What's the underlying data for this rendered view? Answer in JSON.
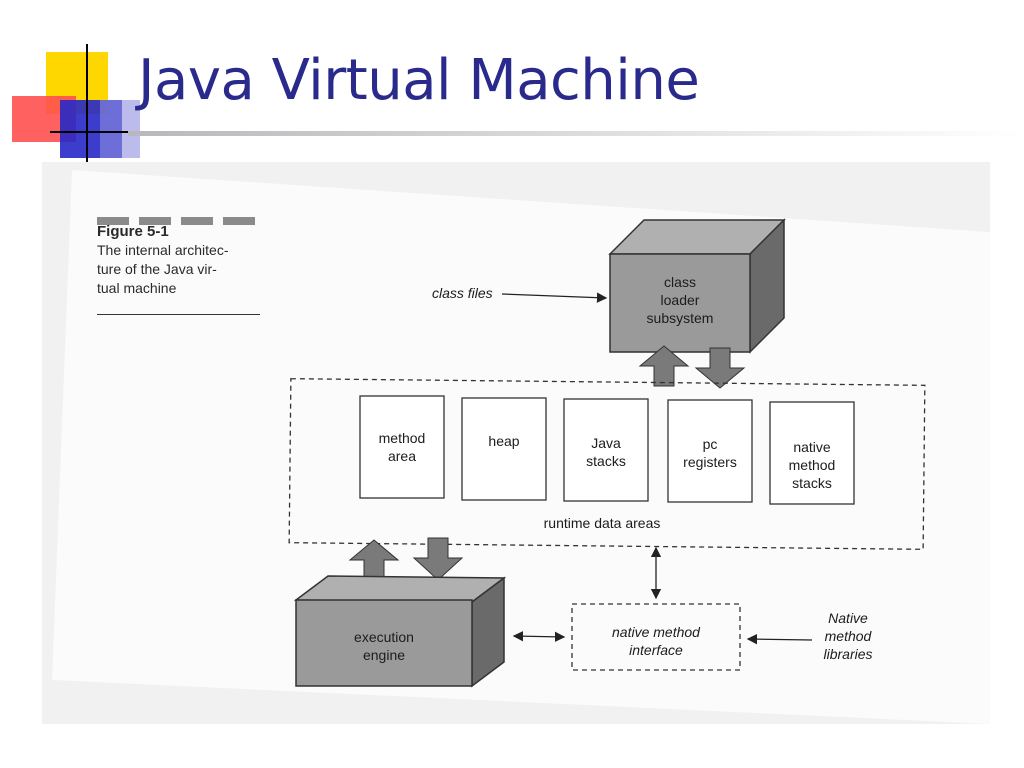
{
  "slide": {
    "title": "Java Virtual Machine"
  },
  "figure": {
    "number": "Figure 5-1",
    "caption_lines": [
      "The internal architec-",
      "ture of the Java vir-",
      "tual machine"
    ]
  },
  "diagram": {
    "class_loader": [
      "class",
      "loader",
      "subsystem"
    ],
    "class_files": "class files",
    "runtime_areas": [
      {
        "lines": [
          "method",
          "area"
        ]
      },
      {
        "lines": [
          "heap"
        ]
      },
      {
        "lines": [
          "Java",
          "stacks"
        ]
      },
      {
        "lines": [
          "pc",
          "registers"
        ]
      },
      {
        "lines": [
          "native",
          "method",
          "stacks"
        ]
      }
    ],
    "runtime_label": "runtime data areas",
    "execution_engine": [
      "execution",
      "engine"
    ],
    "native_interface": [
      "native method",
      "interface"
    ],
    "native_libraries": [
      "Native",
      "method",
      "libraries"
    ]
  },
  "colors": {
    "title": "#2a2a8c",
    "logo_yellow": "#ffd700",
    "logo_red": "#ff4040",
    "logo_blue": "#2020c0",
    "box_fill": "#8c8c8c"
  }
}
